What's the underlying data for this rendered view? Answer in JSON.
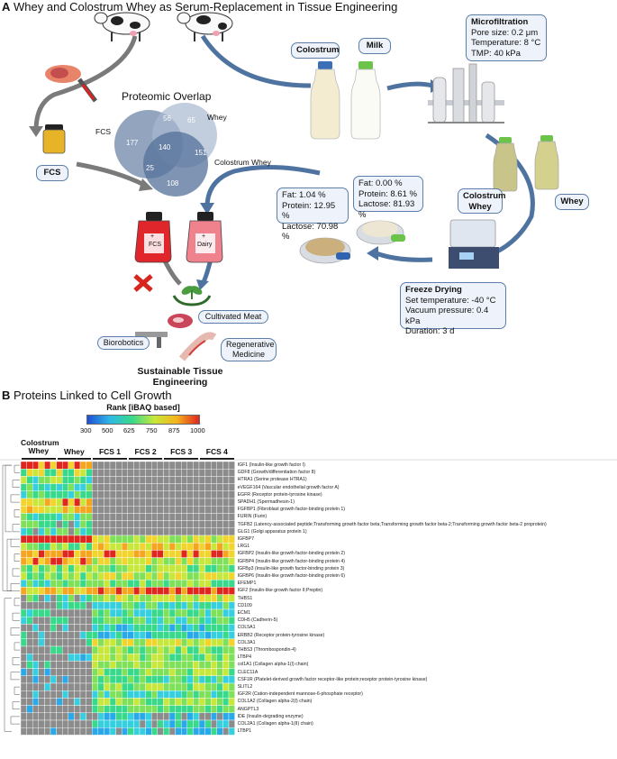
{
  "panel_a": {
    "title_letter": "A",
    "title": "Whey and Colostrum Whey as Serum-Replacement in Tissue Engineering",
    "proteomic_overlap": {
      "title": "Proteomic Overlap",
      "labels": {
        "fcs": "FCS",
        "whey": "Whey",
        "colostrum_whey": "Colostrum Whey"
      },
      "counts": {
        "fcs_only": "177",
        "fcs_whey": "56",
        "whey_only": "65",
        "all_three": "140",
        "whey_colostrum": "151",
        "fcs_colostrum": "25",
        "colostrum_only": "108"
      }
    },
    "bottles": {
      "colostrum": "Colostrum",
      "milk": "Milk",
      "colostrum_whey": "Colostrum Whey",
      "whey": "Whey",
      "fcs": "FCS"
    },
    "microfiltration": {
      "title": "Microfiltration",
      "lines": [
        "Pore size: 0.2 μm",
        "Temperature: 8 °C",
        "TMP: 40 kPa"
      ]
    },
    "powder_1": {
      "lines": [
        "Fat: 1.04 %",
        "Protein: 12.95 %",
        "Lactose: 70.98 %"
      ]
    },
    "powder_2": {
      "lines": [
        "Fat: 0.00 %",
        "Protein: 8.61 %",
        "Lactose: 81.93 %"
      ]
    },
    "freeze_drying": {
      "title": "Freeze Drying",
      "lines": [
        "Set temperature: -40 °C",
        "Vacuum pressure: 0.4 kPa",
        "Duration: 3 d"
      ]
    },
    "flasks": {
      "fcs_plus": "+",
      "fcs": "FCS",
      "dairy_plus": "+",
      "dairy": "Dairy"
    },
    "applications": {
      "cultivated_meat": "Cultivated Meat",
      "biorobotics": "Biorobotics",
      "regenerative_medicine": "Regenerative Medicine"
    },
    "sustainable": "Sustainable Tissue Engineering",
    "colors": {
      "venn_fill": "#6d86a8",
      "arrow": "#4f73a0",
      "gray_arrow": "#7a7a7a",
      "red_flask": "#e0262a",
      "pink_flask": "#f0828e"
    }
  },
  "panel_b": {
    "title_letter": "B",
    "title": "Proteins Linked to Cell Growth",
    "scale": {
      "title": "Rank [iBAQ based]",
      "ticks": [
        "300",
        "500",
        "625",
        "750",
        "875",
        "1000"
      ],
      "gradient": [
        "#1f4fd6",
        "#2fb8e6",
        "#38d98b",
        "#c7e83a",
        "#f5b31e",
        "#e0261f"
      ]
    },
    "groups": [
      "Colostrum Whey",
      "Whey",
      "FCS 1",
      "FCS 2",
      "FCS 3",
      "FCS 4"
    ],
    "rows": [
      "IGF1 (Insulin-like growth factor I)",
      "GDF8 (Growth/differentiation factor 8)",
      "HTRA1 (Serine protease HTRA1)",
      "eVEGF164 (Vascular endothelial growth factor A)",
      "EGFR (Receptor protein-tyrosine kinase)",
      "SPADH1 (Spermadhesin-1)",
      "FGFBP1 (Fibroblast growth factor-binding protein 1)",
      "FURIN (Furin)",
      "TGFB2 (Latency-associated peptide;Transforming growth factor beta;Transforming growth factor beta-2;Transforming growth factor beta-2 proprotein)",
      "GLG1 (Golgi apparatus protein 1)",
      "IGFBP7",
      "LRG1",
      "IGFBP2 (Insulin-like growth factor-binding protein 2)",
      "IGFBP4 (Insulin-like growth factor-binding protein 4)",
      "IGFBp3 (Insulin-like growth factor-binding protein 3)",
      "IGFBP6 (Insulin-like growth factor-binding protein 6)",
      "EFEMP1",
      "IGF2 (Insulin-like growth factor II;Preptin)",
      "THBS1",
      "CD109",
      "ECM1",
      "CDH5 (Cadherin-5)",
      "COL5A1",
      "ERBB2 (Receptor protein-tyrosine kinase)",
      "COL3A1",
      "THBS3 (Thrombospondin-4)",
      "LTBP4",
      "col1A1 (Collagen alpha-1(I) chain)",
      "CLEC11A",
      "CSF1R (Platelet-derived growth factor receptor-like protein;receptor protein-tyrosine kinase)",
      "SLITL2",
      "IGF2R (Cation-independent mannose-6-phosphate receptor)",
      "COL1A2 (Collagen alpha-2(I) chain)",
      "ANGPTL3",
      "IDE (Insulin-degrading enzyme)",
      "COL2A1 (Collagen alpha-1(II) chain)",
      "LTBP1"
    ]
  }
}
